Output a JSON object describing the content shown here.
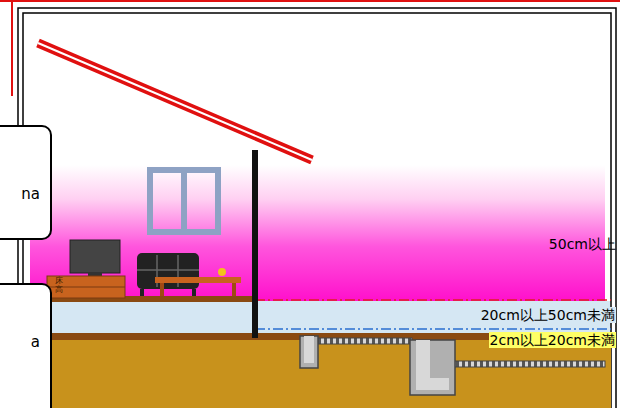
{
  "diagram": {
    "nodes": [
      {
        "text": [
          "na"
        ]
      },
      {
        "text": [
          "a"
        ]
      }
    ],
    "labels": [
      "50cm以上",
      "20cm以上50cm未満",
      "2cm以上20cm未満",
      "床高"
    ]
  }
}
